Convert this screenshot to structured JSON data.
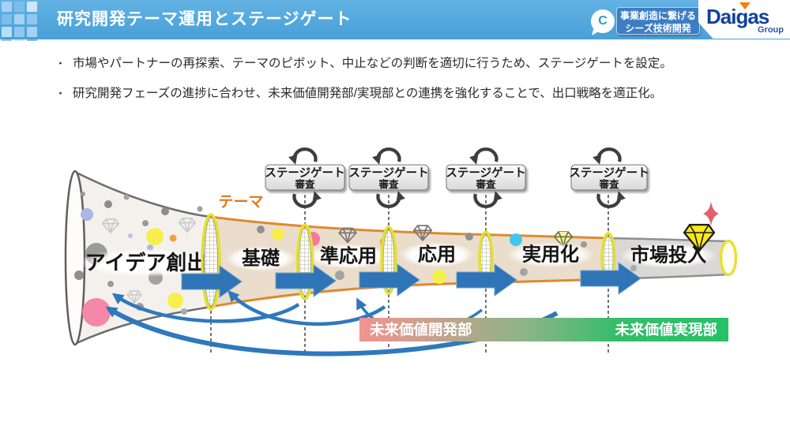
{
  "header": {
    "title": "研究開発テーマ運用とステージゲート",
    "badge": {
      "letter": "C",
      "line1": "事業創造に繋げる",
      "line2": "シーズ技術開発"
    },
    "logo": {
      "brand": "Daigas",
      "group": "Group"
    }
  },
  "bullets": {
    "marker": "・",
    "items": [
      "市場やパートナーの再探索、テーマのピボット、中止などの判断を適切に行うため、ステージゲートを設定。",
      "研究開発フェーズの進捗に合わせ、未来価値開発部/実現部との連携を強化することで、出口戦略を適正化。"
    ]
  },
  "diagram": {
    "theme_label": "テーマ",
    "stage_gate_box": {
      "line1": "ステージゲート",
      "line2": "審査"
    },
    "stages": [
      "アイデア創出",
      "基礎",
      "準応用",
      "応用",
      "実用化",
      "市場投入"
    ],
    "bottom_bar": {
      "left": "未来価値開発部",
      "right": "未来価値実現部"
    },
    "colors": {
      "header_blue": "#52a7dc",
      "badge_blue": "#3d7dc4",
      "logo_blue": "#11419b",
      "funnel_orange": "#dd8a2f",
      "funnel_tan": "#eaddcc",
      "gate_yellow": "#e4e030",
      "arrow_blue": "#2e74b5",
      "loop_gray": "#3e3e3e",
      "bar_pink": "#f29390",
      "bar_green": "#25c167"
    }
  }
}
